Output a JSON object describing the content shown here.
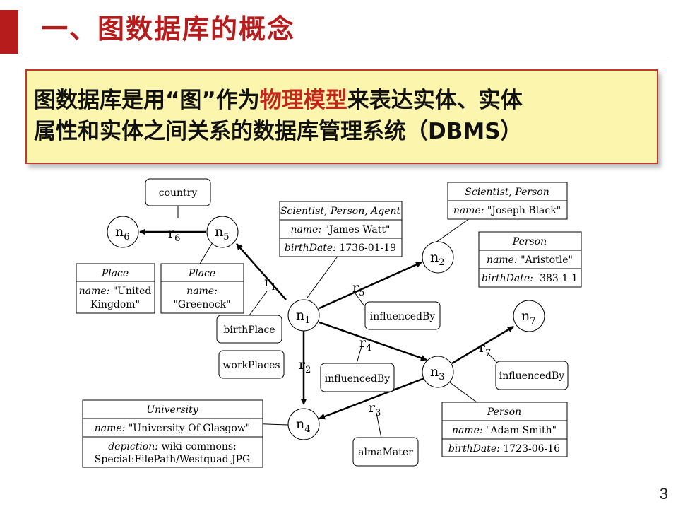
{
  "header": {
    "title": "一、图数据库的概念"
  },
  "callout": {
    "line1_pre": "图数据库是用“图”作为",
    "line1_highlight": "物理模型",
    "line1_post": "来表达实体、实体",
    "line2": "属性和实体之间关系的数据库管理系统（DBMS）"
  },
  "colors": {
    "accent": "#b71c1c",
    "highlight_text": "#c0281c",
    "callout_bg": "#fbf5ad"
  },
  "diagram": {
    "nodes": {
      "n1": "n",
      "n2": "n",
      "n3": "n",
      "n4": "n",
      "n5": "n",
      "n6": "n",
      "n7": "n"
    },
    "node_subs": {
      "n1": "1",
      "n2": "2",
      "n3": "3",
      "n4": "4",
      "n5": "5",
      "n6": "6",
      "n7": "7"
    },
    "edges": {
      "r1": "r",
      "r2": "r",
      "r3": "r",
      "r4": "r",
      "r5": "r",
      "r6": "r",
      "r7": "r"
    },
    "edge_subs": {
      "r1": "1",
      "r2": "2",
      "r3": "3",
      "r4": "4",
      "r5": "5",
      "r6": "6",
      "r7": "7"
    },
    "edge_labels": {
      "r1": "birthPlace",
      "r2": "workPlaces",
      "r3": "almaMater",
      "r4": "influencedBy",
      "r5": "influencedBy",
      "r6": "country",
      "r7": "influencedBy"
    },
    "n1_box": {
      "type": "Scientist, Person, Agent",
      "name_key": "name:",
      "name_val": " \"James Watt\"",
      "bd_key": "birthDate:",
      "bd_val": " 1736-01-19"
    },
    "n2_box": {
      "type": "Scientist, Person",
      "name_key": "name:",
      "name_val": " \"Joseph Black\""
    },
    "n7_box": {
      "type": "Person",
      "name_key": "name:",
      "name_val": " \"Aristotle\"",
      "bd_key": "birthDate:",
      "bd_val": " -383-1-1"
    },
    "n6_box": {
      "type": "Place",
      "name_key": "name:",
      "name_val1": " \"United",
      "name_val2": "Kingdom\""
    },
    "n5_box": {
      "type": "Place",
      "name_key": "name:",
      "name_val": "\"Greenock\""
    },
    "n4_box": {
      "type": "University",
      "name_key": "name:",
      "name_val": " \"University Of Glasgow\"",
      "dep_key": "depiction:",
      "dep_val1": " wiki-commons:",
      "dep_val2": "Special:FilePath/Westquad.JPG"
    },
    "n3_box": {
      "type": "Person",
      "name_key": "name:",
      "name_val": " \"Adam Smith\"",
      "bd_key": "birthDate:",
      "bd_val": " 1723-06-16"
    }
  },
  "page_number": "3"
}
